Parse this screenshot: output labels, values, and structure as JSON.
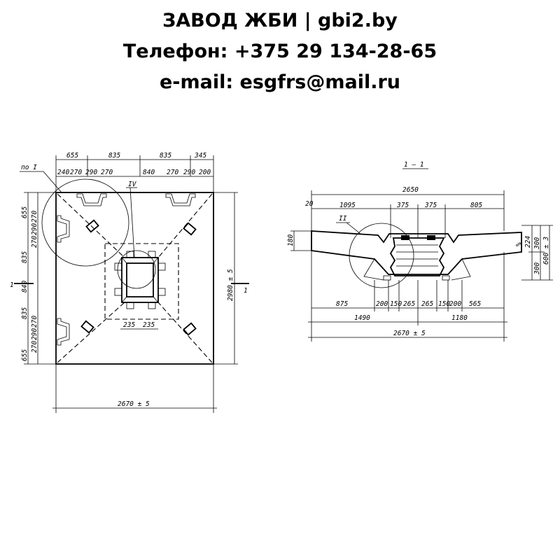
{
  "header": {
    "line1": "ЗАВОД ЖБИ | gbi2.by",
    "line2": "Телефон: +375 29 134-28-65",
    "line3": "e-mail: esgfrs@mail.ru"
  },
  "plan": {
    "callout_label": "по I",
    "node_label": "IV",
    "section_mark": "1",
    "top_dims_row1": [
      "655",
      "835",
      "835",
      "345"
    ],
    "top_dims_row2": [
      "240",
      "270",
      "290",
      "270",
      "840",
      "270",
      "290",
      "200"
    ],
    "left_dims": [
      "655",
      "270",
      "290",
      "270",
      "835",
      "840",
      "835",
      "270",
      "290",
      "270",
      "655"
    ],
    "socket_dims": [
      "235",
      "235"
    ],
    "height_dim": "2980 ± 5",
    "width_dim": "2670 ± 5"
  },
  "section": {
    "title": "1 — 1",
    "node_label": "II",
    "overall_top": "2650",
    "top_left_offset": "20",
    "top_dims": [
      "1095",
      "375",
      "375",
      "805"
    ],
    "left_height": "180",
    "right_dims": [
      "224",
      "300",
      "600 ± 3",
      "300",
      "%"
    ],
    "bottom_dims": [
      "875",
      "200",
      "150",
      "265",
      "265",
      "150",
      "200",
      "565"
    ],
    "split_dims": [
      "1490",
      "1180"
    ],
    "overall_bottom": "2670 ± 5"
  }
}
